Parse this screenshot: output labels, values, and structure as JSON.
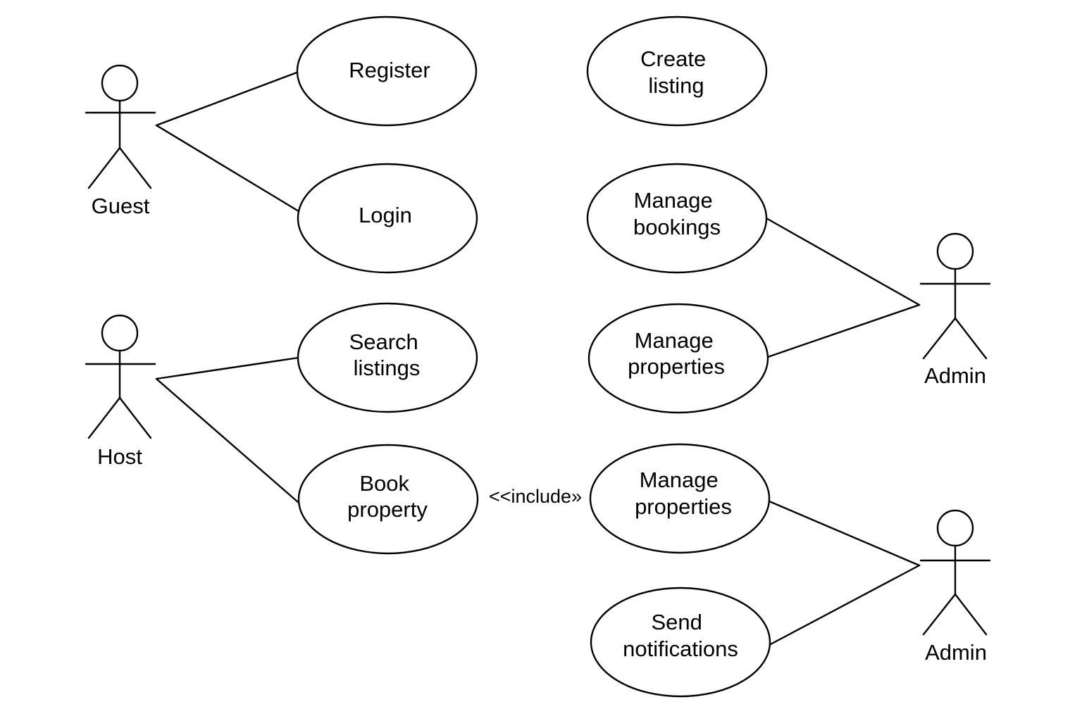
{
  "actors": {
    "guest": "Guest",
    "host": "Host",
    "admin1": "Admin",
    "admin2": "Admin"
  },
  "use_cases": {
    "register": [
      "Register"
    ],
    "login": [
      "Login"
    ],
    "search_listings": [
      "Search",
      "listings"
    ],
    "book_property": [
      "Book",
      "property"
    ],
    "create_listing": [
      "Create",
      "listing"
    ],
    "manage_bookings": [
      "Manage",
      "bookings"
    ],
    "manage_properties_1": [
      "Manage",
      "properties"
    ],
    "manage_properties_2": [
      "Manage",
      "properties"
    ],
    "send_notifications": [
      "Send",
      "notifications"
    ]
  },
  "relationships": {
    "include_label": "<<include»"
  },
  "colors": {
    "line": "#000000",
    "background": "#ffffff"
  }
}
